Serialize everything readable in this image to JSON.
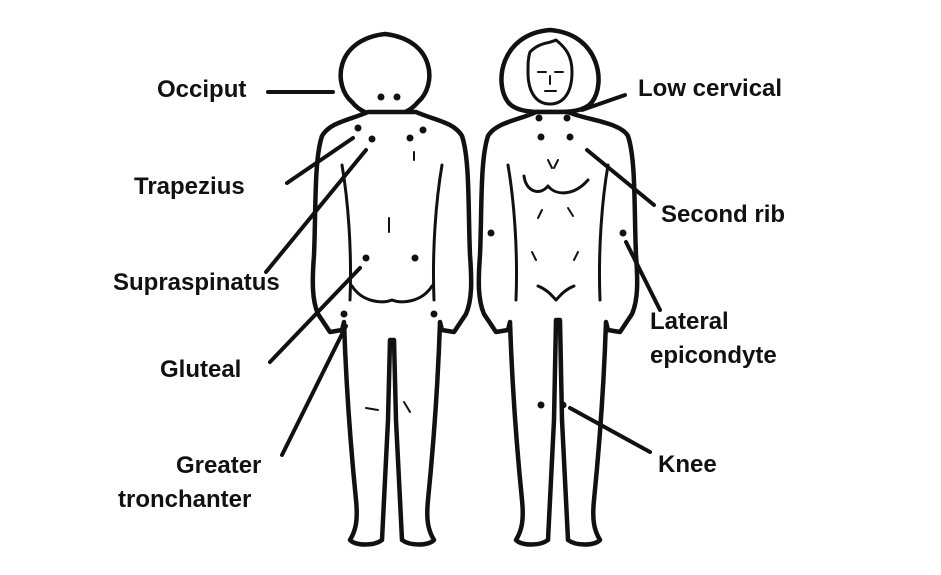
{
  "diagram": {
    "colors": {
      "ink": "#111111",
      "background": "#ffffff"
    },
    "labels": {
      "occiput": "Occiput",
      "trapezius": "Trapezius",
      "supraspinatus": "Supraspinatus",
      "gluteal": "Gluteal",
      "greater_trochanter_line1": "Greater",
      "greater_trochanter_line2": "tronchanter",
      "low_cervical": "Low cervical",
      "second_rib": "Second rib",
      "lateral_epicondyle_line1": "Lateral",
      "lateral_epicondyle_line2": "epicondyte",
      "knee": "Knee"
    }
  }
}
